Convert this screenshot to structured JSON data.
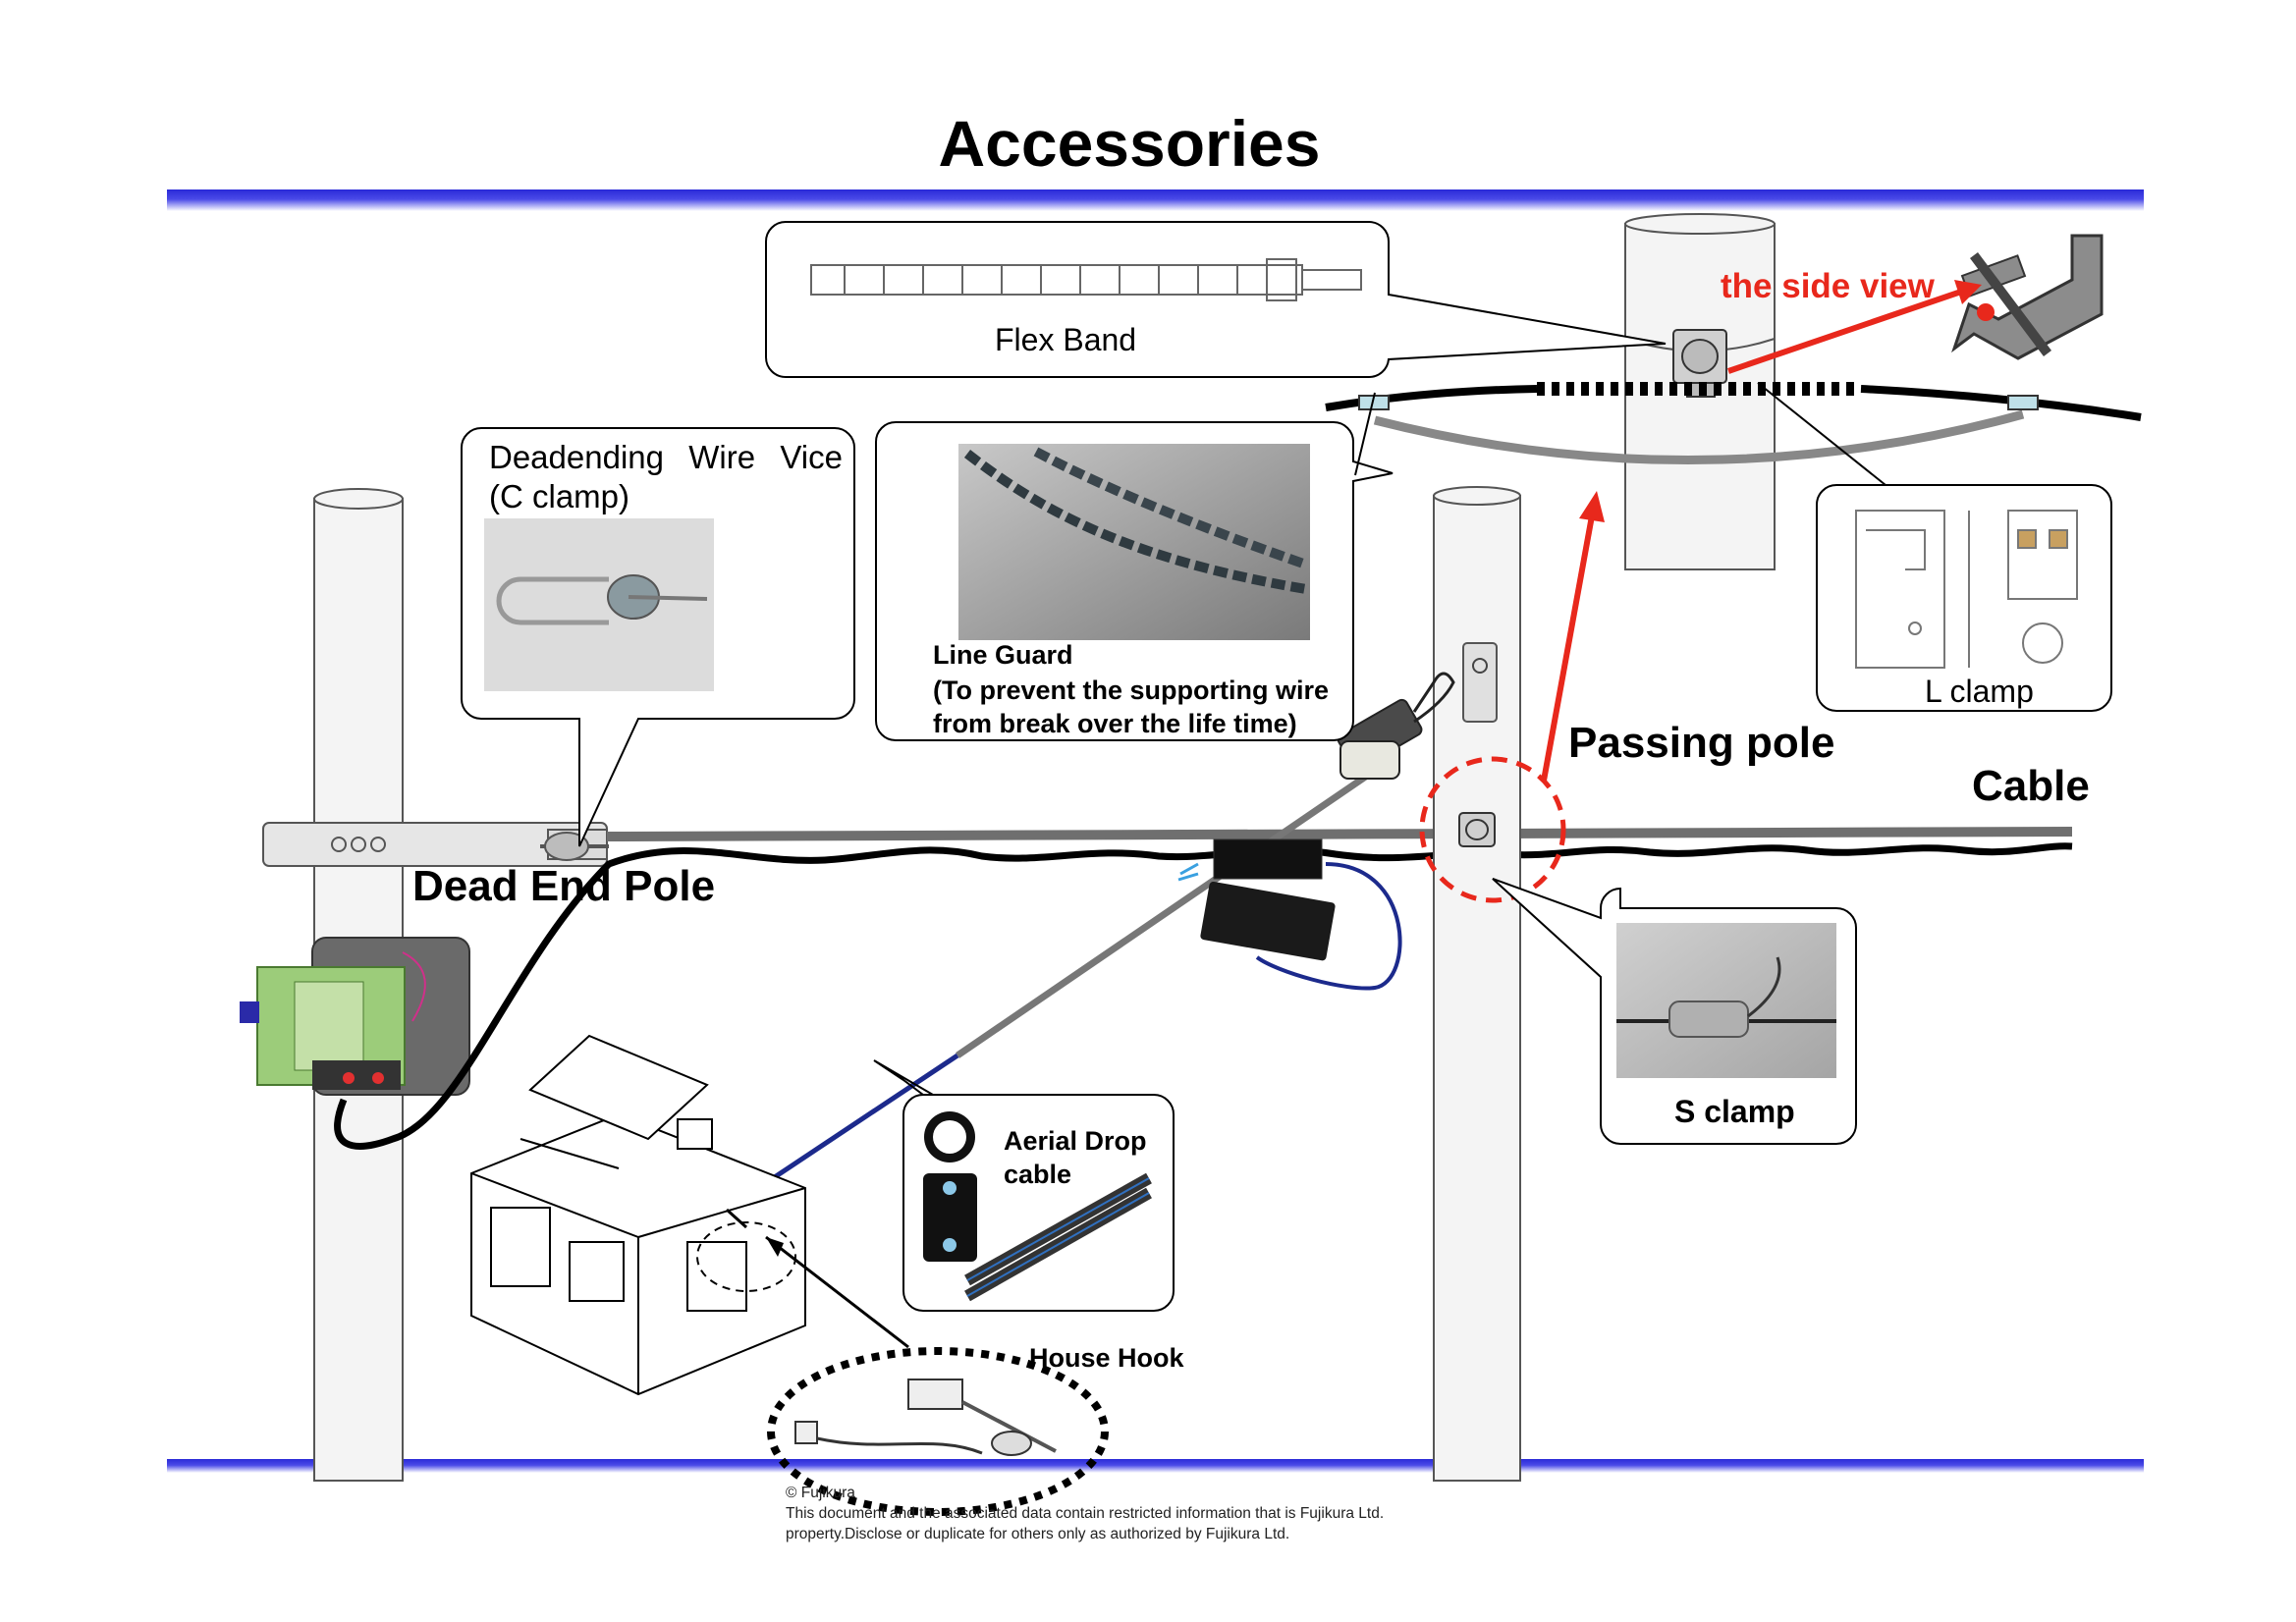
{
  "title": "Accessories",
  "labels": {
    "flex_band": "Flex Band",
    "side_view": "the side view",
    "wire_vice": "Deadending Wire Vice (C clamp)",
    "line_guard": "Line Guard",
    "line_guard_note": "(To prevent the supporting wire from break over the life time)",
    "l_clamp": "L clamp",
    "passing_pole": "Passing pole",
    "cable": "Cable",
    "dead_end_pole": "Dead End Pole",
    "s_clamp": "S clamp",
    "aerial_drop": "Aerial Drop cable",
    "house_hook": "House Hook"
  },
  "footer": {
    "copyright": "© Fujikura",
    "notice": "This document and the associated data contain restricted information that is Fujikura Ltd. property.Disclose or duplicate for others only as authorized by Fujikura Ltd."
  },
  "colors": {
    "accent_red": "#e8281c",
    "band_blue": "#2a2ad8",
    "drop_cable_blue": "#1c2a8c"
  }
}
